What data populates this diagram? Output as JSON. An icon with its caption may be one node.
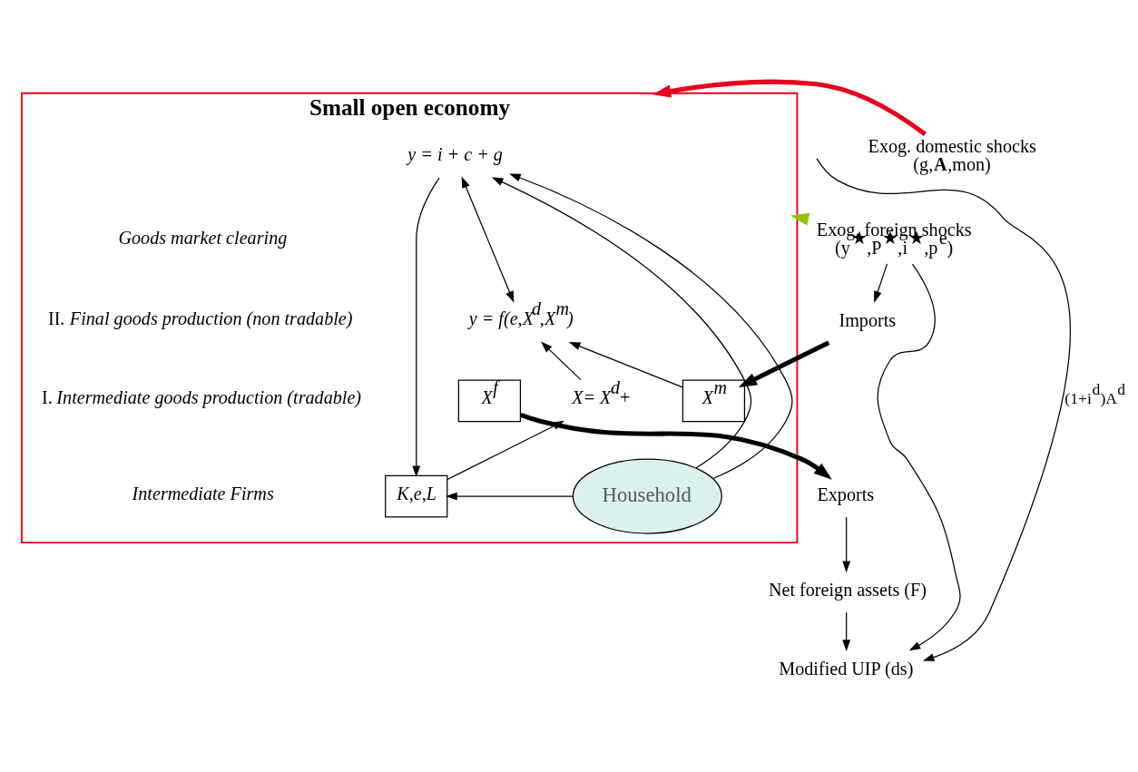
{
  "diagram": {
    "nodes": [
      {
        "text": [
          "Small open economy"
        ]
      },
      {
        "text": [
          "y = i + c + g"
        ],
        "in": 0
      },
      {
        "text": [
          "y = f(e,X$^{d}$,X$^{m}$)"
        ],
        "in": 0
      },
      {
        "text": [
          "X$^{m}$"
        ],
        "in": 0
      },
      {
        "text": [
          "X= X$^{d}$+"
        ],
        "in": 0
      },
      {
        "text": [
          "X$^{f}$"
        ],
        "in": 0
      },
      {
        "text": [
          "K,e,L"
        ],
        "in": 0
      },
      {
        "text": [
          "Household"
        ],
        "in": 0
      },
      {
        "text": [
          "Exog. domestic shocks",
          "(g,**A**,mon)"
        ]
      },
      {
        "text": [
          "Exog. foreign shocks",
          "(y$^{★}$,P$^{★}$,i$^{★}$,p$^{e}$)"
        ]
      },
      {
        "text": [
          "Imports"
        ]
      },
      {
        "text": [
          "Exports"
        ]
      },
      {
        "text": [
          "Net foreign assets (F)"
        ]
      },
      {
        "text": [
          "Modified UIP (ds)"
        ]
      }
    ],
    "edges": [
      {
        "from": 1,
        "to": 2,
        "arrow": "both"
      },
      {
        "from": 1,
        "to": 6,
        "arrow": "to"
      },
      {
        "from": 6,
        "to": 4,
        "arrow": "to"
      },
      {
        "from": 4,
        "to": 2,
        "arrow": "to"
      },
      {
        "from": 3,
        "to": 2,
        "arrow": "to"
      },
      {
        "from": 7,
        "to": 1,
        "arrow": "to"
      },
      {
        "from": 7,
        "to": 1,
        "arrow": "to"
      },
      {
        "from": 7,
        "to": 6,
        "arrow": "to"
      },
      {
        "from": 10,
        "to": 3,
        "arrow": "to",
        "style": "thick"
      },
      {
        "from": 5,
        "to": 11,
        "arrow": "to",
        "style": "thick"
      },
      {
        "from": 8,
        "to": 0,
        "arrow": "to",
        "style": "thick",
        "color": "#e8001c"
      },
      {
        "from": 9,
        "to": 0,
        "arrow": "to",
        "style": "thick",
        "color": "#8fc400"
      },
      {
        "from": 9,
        "to": 10,
        "arrow": "to"
      },
      {
        "from": 11,
        "to": 12,
        "arrow": "to"
      },
      {
        "from": 12,
        "to": 13,
        "arrow": "to"
      },
      {
        "from": 9,
        "to": 13,
        "arrow": "to"
      },
      {
        "from": null,
        "to": 13,
        "arrow": "to",
        "label": "(1+i$^{d}$)A$^{d}$"
      }
    ],
    "labels": [
      "Goods market clearing",
      "II. *Final goods production (non tradable)*",
      "I. *Intermediate goods production (tradable)*",
      "Intermediate Firms"
    ]
  }
}
